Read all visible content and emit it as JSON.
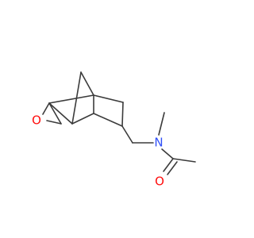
{
  "molecule": {
    "atoms": [
      {
        "id": "O1",
        "symbol": "O",
        "color": "#ff0d0d"
      },
      {
        "id": "N1",
        "symbol": "N",
        "color": "#3050f8"
      },
      {
        "id": "O2",
        "symbol": "O",
        "color": "#ff0d0d"
      }
    ],
    "bonds_color": "#3b3b3b",
    "background": "#ffffff"
  }
}
